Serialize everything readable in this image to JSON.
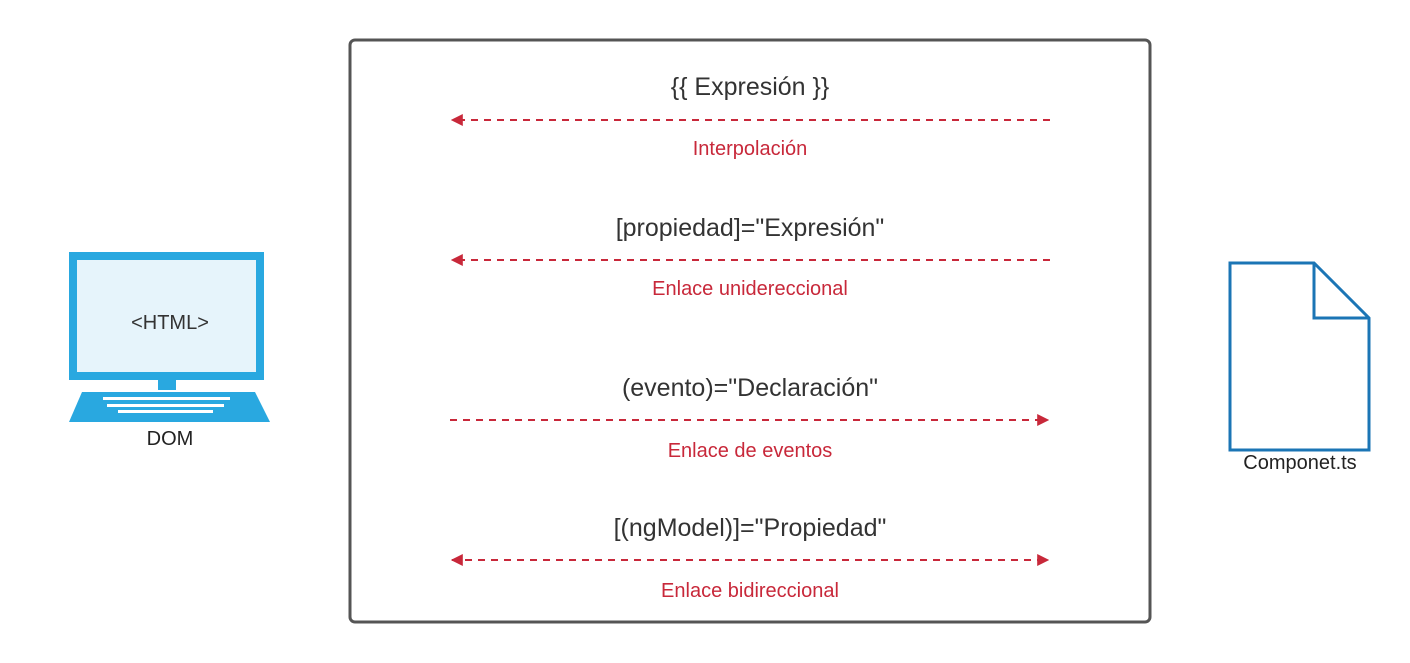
{
  "colors": {
    "accent": "#c8283a",
    "computer": "#29a8e0",
    "screen": "#e6f4fb",
    "file": "#1b75b5",
    "box_border": "#555555"
  },
  "dom": {
    "icon": "computer-icon",
    "screen_text": "<HTML>",
    "label": "DOM"
  },
  "component": {
    "icon": "file-icon",
    "label": "Componet.ts"
  },
  "bindings": [
    {
      "expression": "{{ Expresión }}",
      "label": "Interpolación",
      "direction": "left"
    },
    {
      "expression": "[propiedad]=\"Expresión\"",
      "label": "Enlace unidereccional",
      "direction": "left"
    },
    {
      "expression": "(evento)=\"Declaración\"",
      "label": "Enlace de eventos",
      "direction": "right"
    },
    {
      "expression": "[(ngModel)]=\"Propiedad\"",
      "label": "Enlace bidireccional",
      "direction": "both"
    }
  ]
}
